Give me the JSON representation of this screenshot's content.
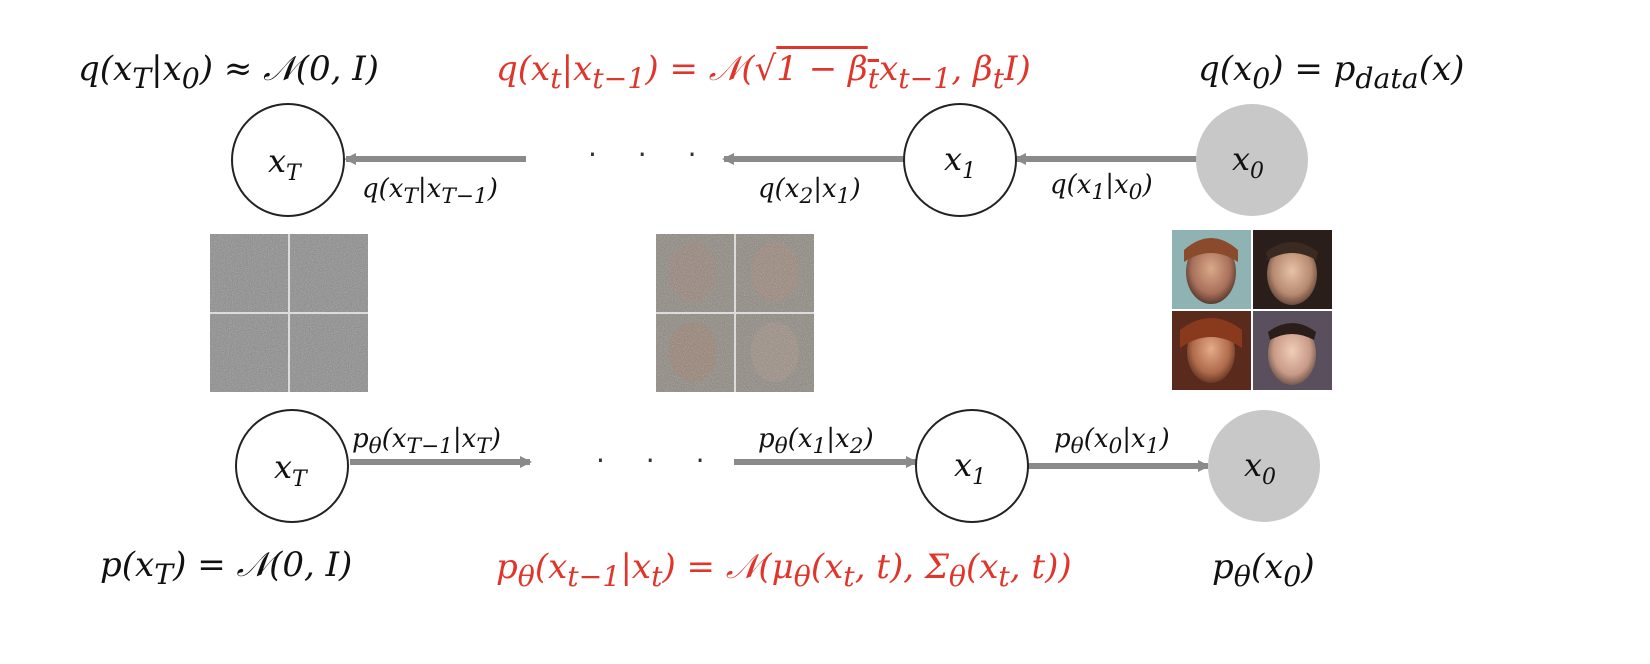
{
  "forward": {
    "prior": "q(x_T|x_0) ≈ 𝒩(0, I)",
    "transition": "q(x_t|x_{t−1}) = 𝒩(√(1 − β_t) x_{t−1}, β_t I)",
    "data": "q(x_0) = p_data(x)",
    "edge_T": "q(x_T|x_{T−1})",
    "edge_2": "q(x_2|x_1)",
    "edge_1": "q(x_1|x_0)"
  },
  "reverse": {
    "prior": "p(x_T) = 𝒩(0, I)",
    "transition": "p_θ(x_{t−1}|x_t) = 𝒩(μ_θ(x_t, t), Σ_θ(x_t, t))",
    "model": "p_θ(x_0)",
    "edge_T": "p_θ(x_{T−1}|x_T)",
    "edge_2": "p_θ(x_1|x_2)",
    "edge_1": "p_θ(x_0|x_1)"
  },
  "nodes": {
    "xT": "x_T",
    "x1": "x_1",
    "x0": "x_0",
    "ellipsis": "· · ·"
  },
  "colors": {
    "highlight": "#e0352b",
    "text": "#111111",
    "arrow": "#8a8a8a",
    "node_fill_data": "#c8c8c8",
    "node_stroke": "#222222"
  },
  "images": [
    {
      "name": "noise-grid",
      "noise_level": 1.0
    },
    {
      "name": "partial-noise-grid",
      "noise_level": 0.6
    },
    {
      "name": "face-grid",
      "noise_level": 0.0
    }
  ]
}
